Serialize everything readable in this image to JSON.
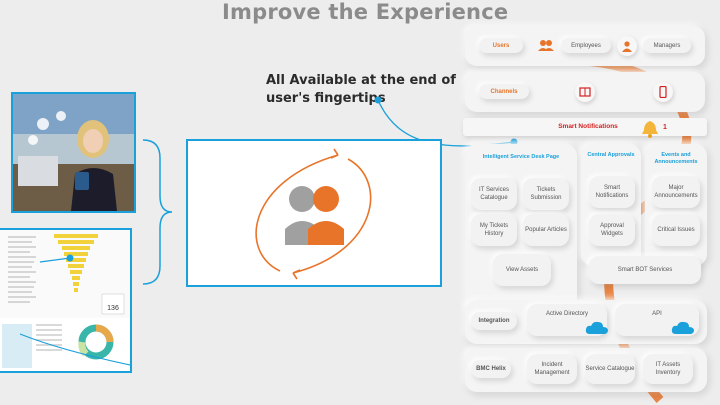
{
  "title": "Improve the Experience",
  "caption": {
    "line1": "All Available at the end of",
    "line2": "user's fingertips"
  },
  "panel": {
    "users_row": {
      "users": "Users",
      "employees": "Employees",
      "managers": "Managers"
    },
    "channels_label": "Channels",
    "smart_notifications": {
      "label": "Smart Notifications",
      "count": "1"
    },
    "service_desk": {
      "title": "Intelligent Service Desk Page",
      "tiles": [
        {
          "label": "IT Services Catalogue"
        },
        {
          "label": "Tickets Submission"
        },
        {
          "label": "My Tickets History"
        },
        {
          "label": "Popular Articles"
        },
        {
          "label": "View Assets"
        }
      ]
    },
    "central_approvals": {
      "title": "Central Approvals",
      "tiles": [
        {
          "label": "Smart Notifications"
        },
        {
          "label": "Approval Widgets"
        }
      ]
    },
    "events": {
      "title": "Events and Announcements",
      "tiles": [
        {
          "label": "Major Announcements"
        },
        {
          "label": "Critical Issues"
        }
      ]
    },
    "smart_bot": "Smart BOT Services",
    "integration": {
      "label": "Integration",
      "active_directory": "Active Directory",
      "api": "API"
    },
    "bmc": {
      "label": "BMC Helix",
      "items": [
        "Incident Management",
        "Service Catalogue",
        "IT Assets Inventory"
      ]
    }
  },
  "dashboard": {
    "kpi": "136"
  },
  "colors": {
    "accent_blue": "#1aa0db",
    "accent_orange": "#e8742a",
    "person_gray": "#a0a0a0",
    "red": "#d42020"
  },
  "icons": [
    "users-icon",
    "user-icon",
    "book-icon",
    "mobile-icon",
    "bell-icon",
    "cloud-icon",
    "people-icon"
  ]
}
